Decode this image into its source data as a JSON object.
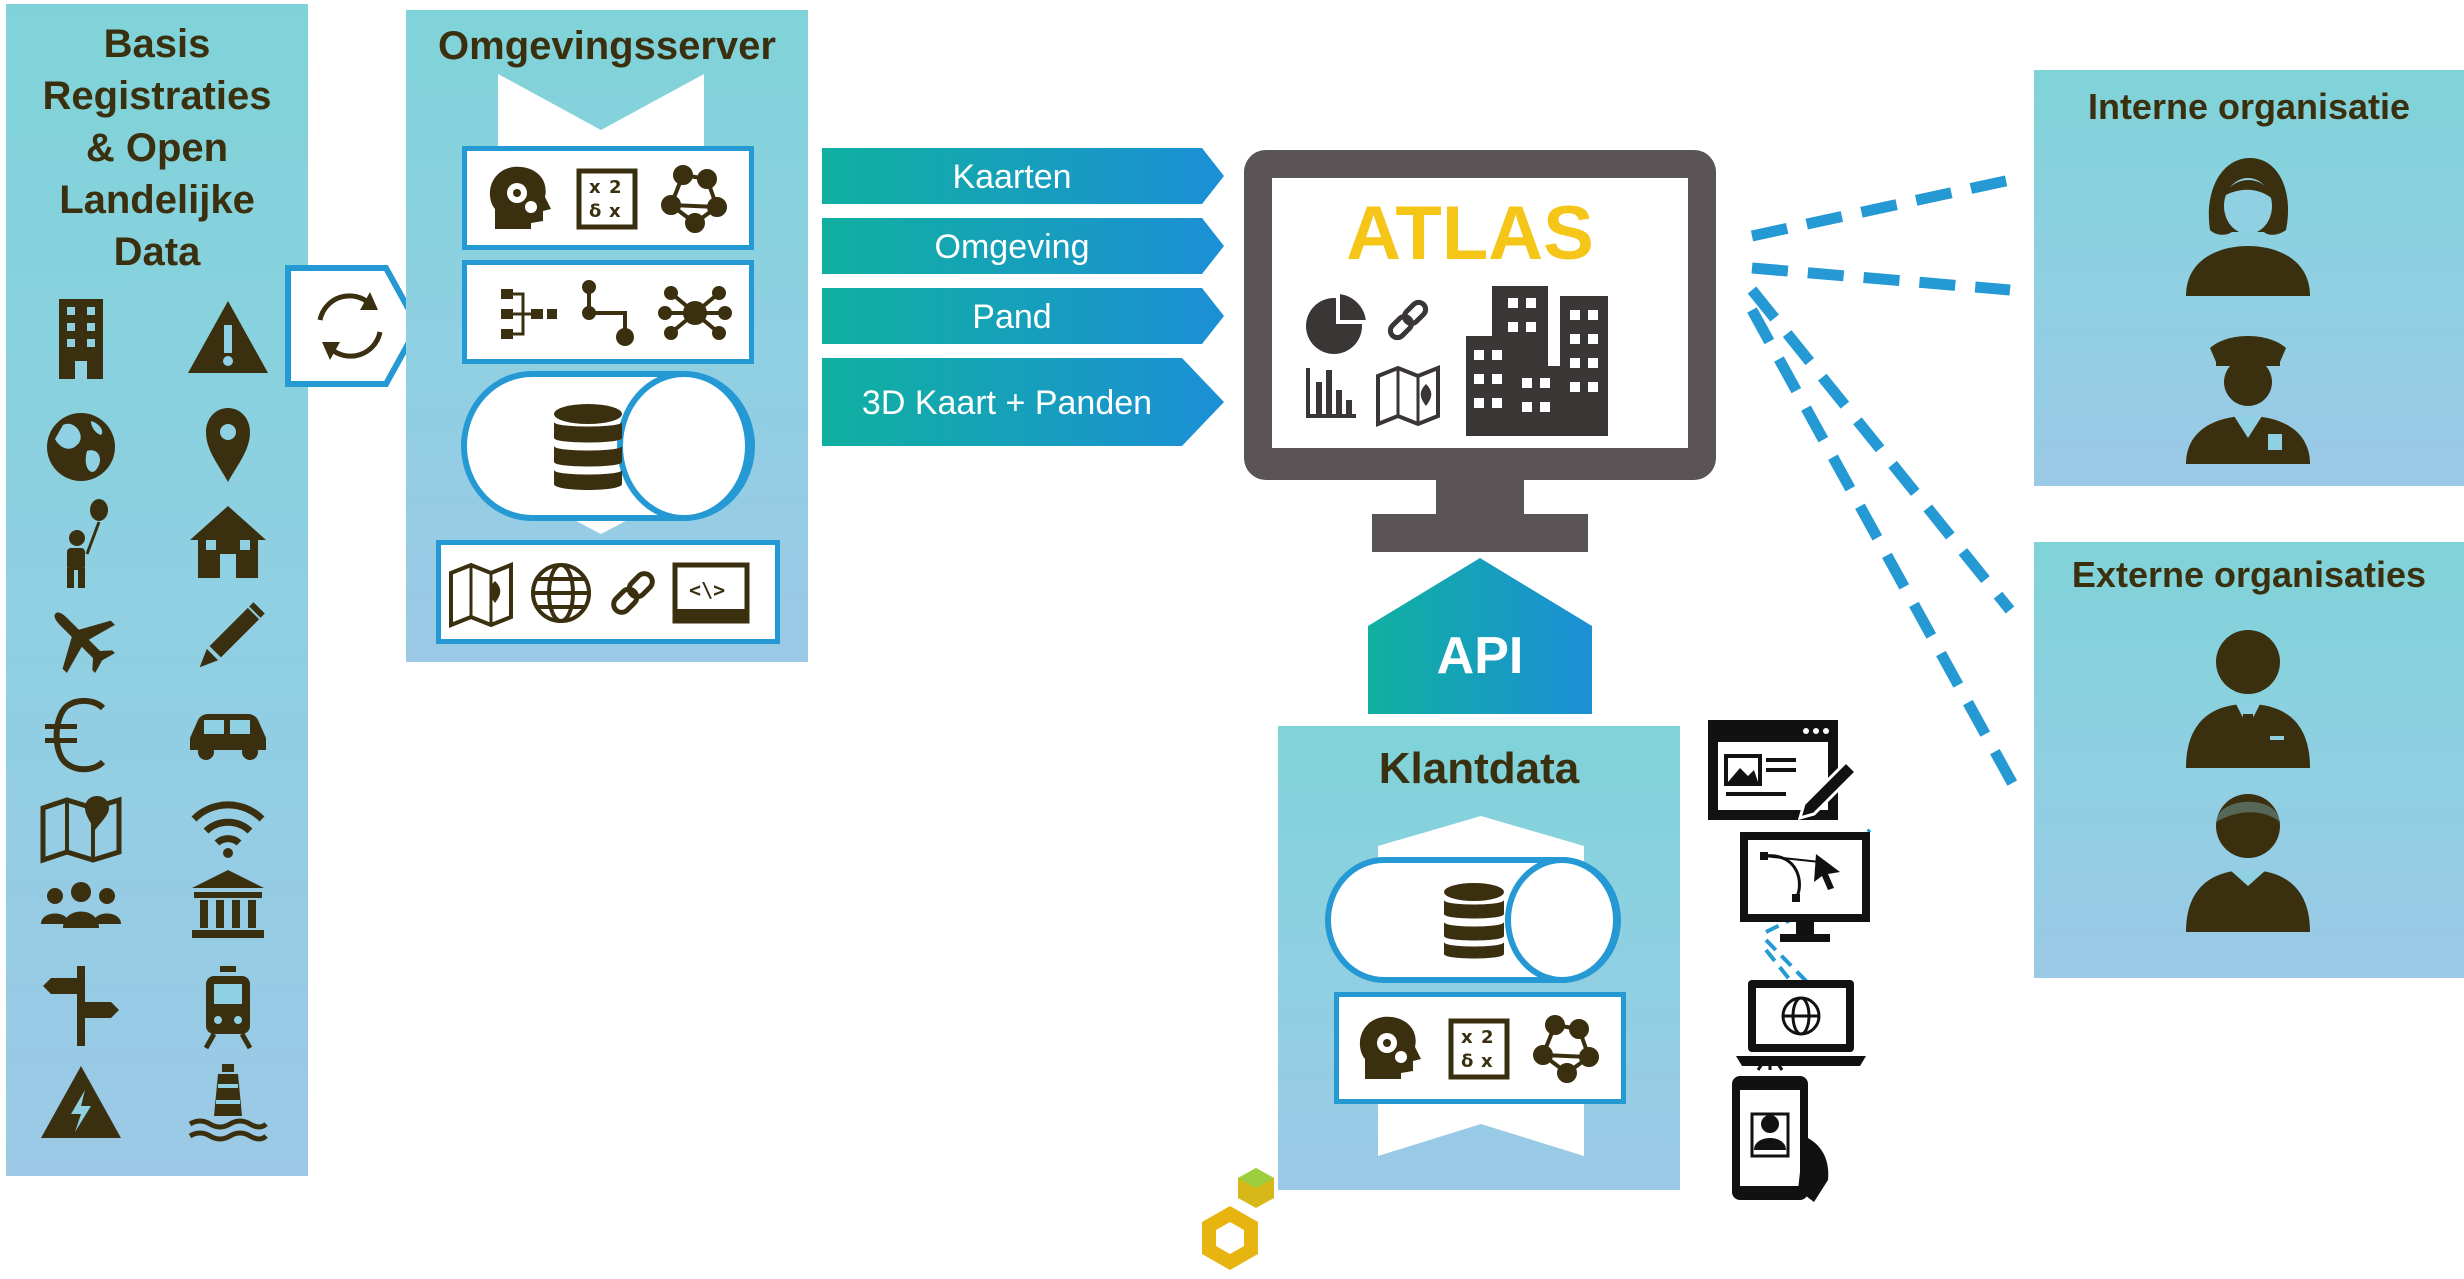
{
  "left_panel": {
    "title_lines": [
      "Basis",
      "Registraties",
      "& Open",
      "Landelijke",
      "Data"
    ],
    "icons": [
      "building-icon",
      "warning-icon",
      "globe-icon",
      "location-pin-icon",
      "child-balloon-icon",
      "house-icon",
      "airplane-icon",
      "pencil-icon",
      "euro-icon",
      "car-icon",
      "map-pin-icon",
      "wifi-icon",
      "people-icon",
      "bank-icon",
      "signpost-icon",
      "tram-icon",
      "lightning-warning-icon",
      "lighthouse-icon"
    ]
  },
  "omgevingsserver": {
    "title": "Omgevingsserver"
  },
  "flows": [
    "Kaarten",
    "Omgeving",
    "Pand",
    "3D Kaart + Panden"
  ],
  "atlas": {
    "title": "ATLAS"
  },
  "api": {
    "label": "API"
  },
  "klantdata": {
    "title": "Klantdata"
  },
  "interne": {
    "title": "Interne organisatie"
  },
  "externe": {
    "title": "Externe organisaties"
  },
  "colors": {
    "panel": "#8fd0e2",
    "blue": "#2599d4",
    "teal": "#10b0a0",
    "dark": "#3a3010",
    "monitor": "#5a5456",
    "atlas_yellow": "#f5c518"
  }
}
